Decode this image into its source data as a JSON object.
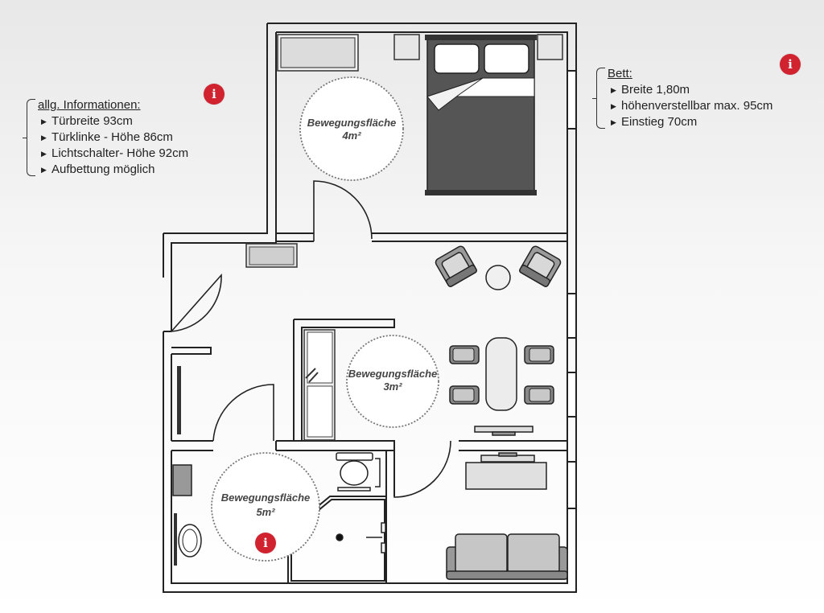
{
  "general_info": {
    "title": "allg. Informationen:",
    "items": [
      "Türbreite 93cm",
      "Türklinke - Höhe 86cm",
      "Lichtschalter- Höhe 92cm",
      "Aufbettung möglich"
    ]
  },
  "bed_info": {
    "title": "Bett:",
    "items": [
      "Breite 1,80m",
      "höhenverstellbar max. 95cm",
      "Einstieg 70cm"
    ]
  },
  "areas": {
    "bedroom": {
      "label": "Bewegungsfläche",
      "size": "4m²"
    },
    "living": {
      "label": "Bewegungsfläche",
      "size": "3m²"
    },
    "bathroom": {
      "label": "Bewegungsfläche",
      "size": "5m²"
    }
  },
  "icons": {
    "info": "info-icon",
    "info_glyph": "i"
  },
  "colors": {
    "info_icon": "#d0222f",
    "wall": "#222222",
    "furniture": "#555555"
  }
}
